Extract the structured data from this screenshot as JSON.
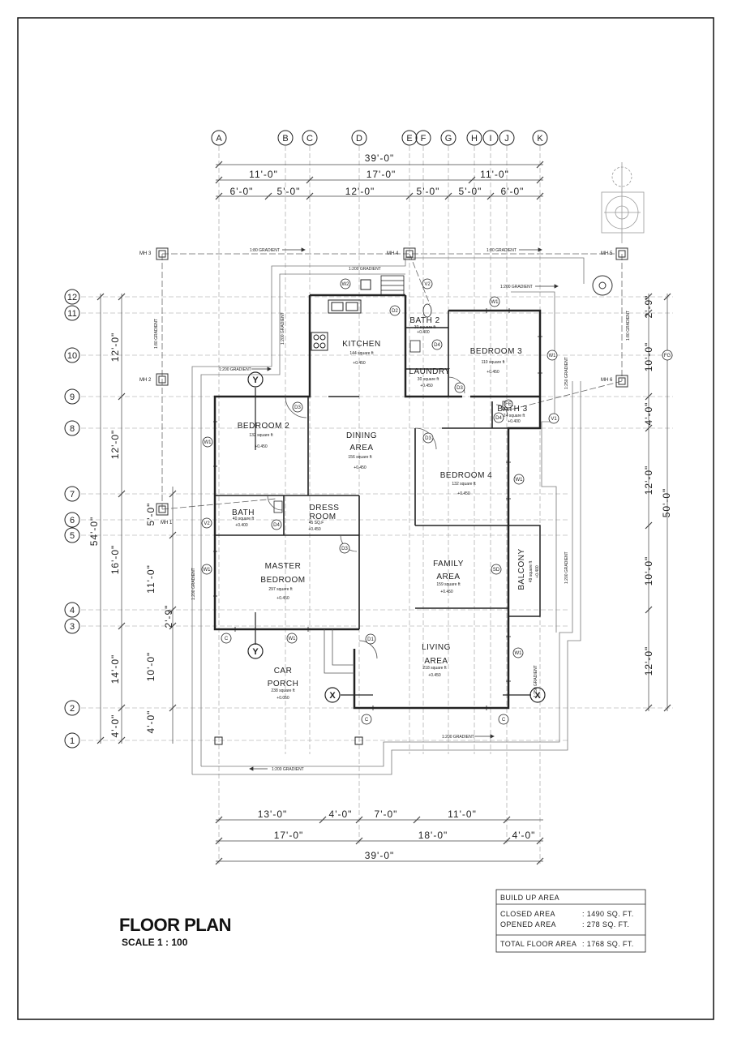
{
  "grid_columns": [
    "A",
    "B",
    "C",
    "D",
    "E",
    "F",
    "G",
    "H",
    "I",
    "J",
    "K"
  ],
  "grid_rows": [
    "12",
    "11",
    "10",
    "9",
    "8",
    "7",
    "6",
    "5",
    "4",
    "3",
    "2",
    "1"
  ],
  "top_dimensions": {
    "overall": "39'-0\"",
    "row2": [
      "11'-0\"",
      "17'-0\"",
      "11'-0\""
    ],
    "row3": [
      "6'-0\"",
      "5'-0\"",
      "12'-0\"",
      "5'-0\"",
      "5'-0\"",
      "6'-0\""
    ]
  },
  "bottom_dimensions": {
    "row1": [
      "13'-0\"",
      "4'-0\"",
      "7'-0\"",
      "11'-0\""
    ],
    "row2": [
      "17'-0\"",
      "18'-0\"",
      "4'-0\""
    ],
    "overall": "39'-0\""
  },
  "left_dimensions": {
    "overall": "54'-0\"",
    "outer": [
      "12'-0\"",
      "12'-0\"",
      "16'-0\"",
      "14'-0\"",
      "4'-0\""
    ],
    "inner": [
      "5'-0\"",
      "11'-0\"",
      "2'-9\"",
      "10'-0\"",
      "4'-0\""
    ]
  },
  "right_dimensions": {
    "overall": "50'-0\"",
    "outer": [
      "10'-0\"",
      "12'-0\"",
      "10'-0\"",
      "12'-0\""
    ],
    "inner": [
      "2'-9\"",
      "4'-0\""
    ]
  },
  "rooms": {
    "kitchen": {
      "name": "KITCHEN",
      "area": "144 square ft",
      "level": "+0.450"
    },
    "bath2": {
      "name": "BATH 2",
      "area": "30 square ft",
      "level": "+0.400"
    },
    "laundry": {
      "name": "LAUNDRY",
      "area": "30 square ft",
      "level": "+0.450"
    },
    "bedroom3": {
      "name": "BEDROOM 3",
      "area": "110 square ft",
      "level": "+0.450"
    },
    "bedroom2": {
      "name": "BEDROOM 2",
      "area": "132 square ft",
      "level": "+0.450"
    },
    "dining": {
      "name1": "DINING",
      "name2": "AREA",
      "area": "156 square ft",
      "level": "+0.450"
    },
    "bedroom4": {
      "name": "BEDROOM 4",
      "area": "132 square ft",
      "level": "+0.450"
    },
    "bath3": {
      "name": "BATH 3",
      "area": "24 square ft",
      "level": "+0.400"
    },
    "bath": {
      "name": "BATH",
      "area": "40 square ft",
      "level": "+0.400"
    },
    "dress": {
      "name1": "DRESS",
      "name2": "ROOM",
      "area": "45 SQ.F",
      "level": "+0.450"
    },
    "master": {
      "name1": "MASTER",
      "name2": "BEDROOM",
      "area": "297 square ft",
      "level": "+0.450"
    },
    "family": {
      "name1": "FAMILY",
      "name2": "AREA",
      "area": "159 square ft",
      "level": "+0.450"
    },
    "balcony": {
      "name": "BALCONY",
      "area": "49 square ft",
      "level": "+0.400"
    },
    "living": {
      "name1": "LIVING",
      "name2": "AREA",
      "area": "218 square ft",
      "level": "+0.450"
    },
    "porch": {
      "name1": "CAR",
      "name2": "PORCH",
      "area": "238 square ft",
      "level": "+0.050"
    }
  },
  "manholes": [
    "MH 1",
    "MH 2",
    "MH 3",
    "MH 4",
    "MH 5",
    "MH 6"
  ],
  "gradients": {
    "g1_80": "1:80 GRADIENT",
    "g1_200": "1:200 GRADIENT",
    "g1_250": "1:250 GRADIENT"
  },
  "tags": {
    "w1": "W1",
    "w2": "W2",
    "v1": "V1",
    "v2": "V2",
    "d1": "D1",
    "d2": "D2",
    "d3": "D3",
    "d4": "D4",
    "sd": "SD",
    "c": "C",
    "fe": "FE",
    "fg": "FG",
    "x": "X",
    "y": "Y"
  },
  "title": {
    "main": "FLOOR PLAN",
    "scale": "SCALE 1 : 100"
  },
  "area_table": {
    "header": "BUILD UP AREA",
    "closed_label": "CLOSED AREA",
    "closed_value": ": 1490 SQ. FT.",
    "opened_label": "OPENED AREA",
    "opened_value": ":   278 SQ. FT.",
    "total_label": "TOTAL FLOOR AREA",
    "total_value": ": 1768 SQ. FT."
  },
  "colors": {
    "line": "#222222",
    "light": "#888888",
    "frame": "#111111"
  }
}
